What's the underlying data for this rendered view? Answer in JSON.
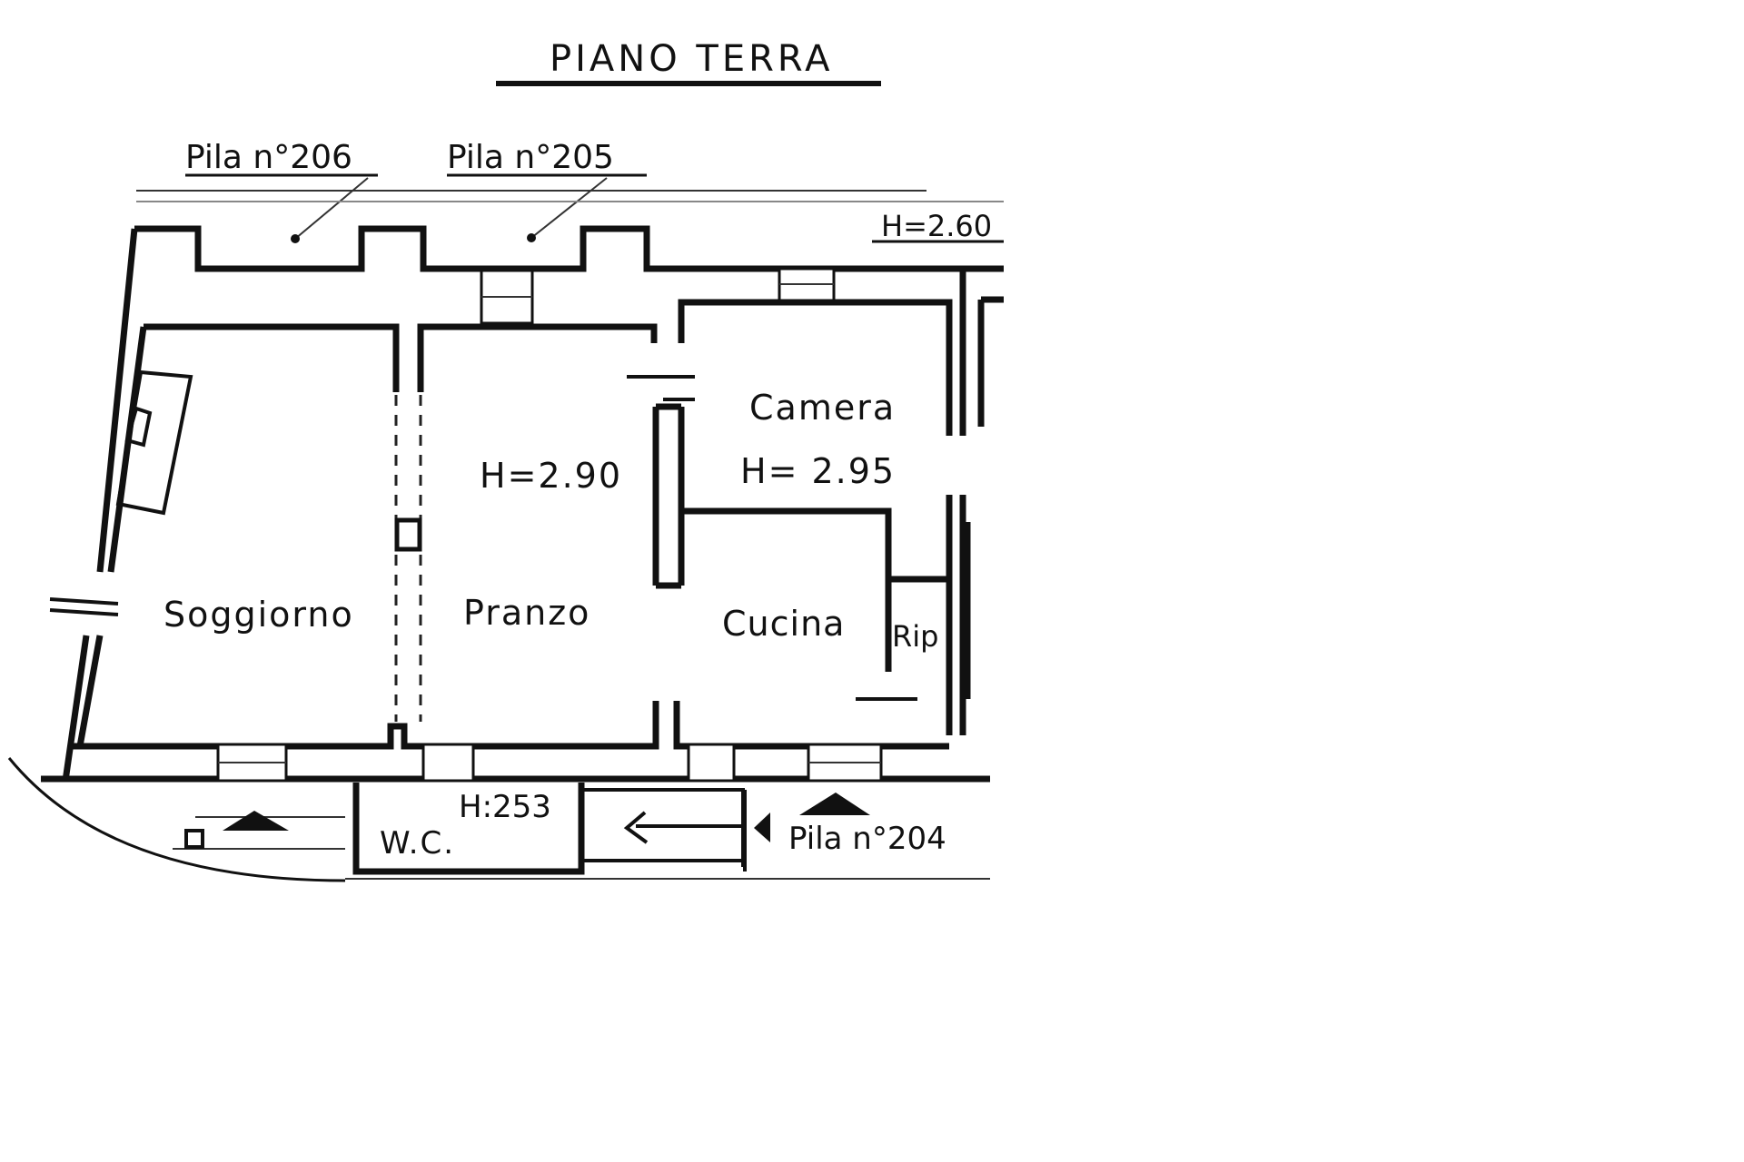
{
  "title": "PIANO TERRA",
  "labels": {
    "pila_206": "Pila n°206",
    "pila_205": "Pila n°205",
    "pila_204": "Pila n°204",
    "height_260": "H=2.60",
    "height_290": "H=2.90",
    "height_295": "H= 2.95",
    "height_253": "H:253"
  },
  "rooms": {
    "soggiorno": "Soggiorno",
    "pranzo": "Pranzo",
    "camera": "Camera",
    "cucina": "Cucina",
    "rip": "Rip",
    "wc": "W.C."
  }
}
